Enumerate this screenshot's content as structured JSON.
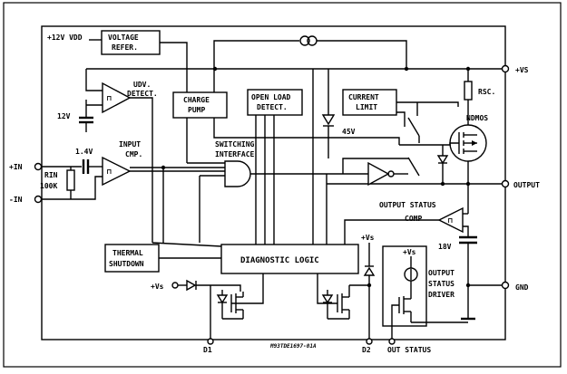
{
  "diagram": {
    "pins": {
      "plus_in": "+IN",
      "minus_in": "-IN",
      "vs": "+VS",
      "output": "OUTPUT",
      "gnd": "GND",
      "d1": "D1",
      "d2": "D2",
      "out_status": "OUT STATUS"
    },
    "blocks": {
      "voltage_ref_1": "VOLTAGE",
      "voltage_ref_2": "REFER.",
      "charge_pump_1": "CHARGE",
      "charge_pump_2": "PUMP",
      "open_load_1": "OPEN LOAD",
      "open_load_2": "DETECT.",
      "current_limit_1": "CURRENT",
      "current_limit_2": "LIMIT",
      "thermal_1": "THERMAL",
      "thermal_2": "SHUTDOWN",
      "diag_logic": "DIAGNOSTIC LOGIC",
      "status_driver_1": "OUTPUT",
      "status_driver_2": "STATUS",
      "status_driver_3": "DRIVER"
    },
    "labels": {
      "vdd": "+12V VDD",
      "uv_1": "UDV.",
      "uv_2": "DETECT.",
      "v12": "12V",
      "v14": "1.4V",
      "input_cmp_1": "INPUT",
      "input_cmp_2": "CMP.",
      "rin": "RIN",
      "r100k": "100K",
      "switching_1": "SWITCHING",
      "switching_2": "INTERFACE",
      "v45": "45V",
      "rsc": "RSC.",
      "ndmos": "NDMOS",
      "os_comp_1": "OUTPUT STATUS",
      "os_comp_2": "COMP",
      "v18": "18V",
      "vs_a": "+Vs",
      "vs_b": "+Vs",
      "vs_c": "+Vs",
      "code": "M93TDE1697-01A"
    }
  }
}
